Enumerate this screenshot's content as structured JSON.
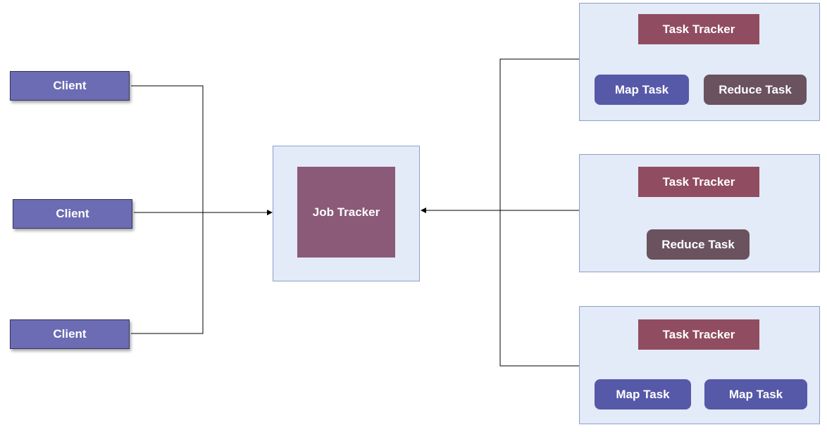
{
  "clients": [
    {
      "label": "Client"
    },
    {
      "label": "Client"
    },
    {
      "label": "Client"
    }
  ],
  "job_tracker": {
    "label": "Job Tracker"
  },
  "nodes": [
    {
      "task_tracker": "Task Tracker",
      "tasks": [
        "Map Task",
        "Reduce Task"
      ]
    },
    {
      "task_tracker": "Task Tracker",
      "tasks": [
        "Reduce Task"
      ]
    },
    {
      "task_tracker": "Task Tracker",
      "tasks": [
        "Map Task",
        "Map Task"
      ]
    }
  ],
  "colors": {
    "client": "#6b6cb3",
    "panel": "#e3eaf8",
    "job_tracker": "#8a5a78",
    "task_tracker": "#904c60",
    "map_task": "#5658a8",
    "reduce_task": "#6a525e"
  }
}
